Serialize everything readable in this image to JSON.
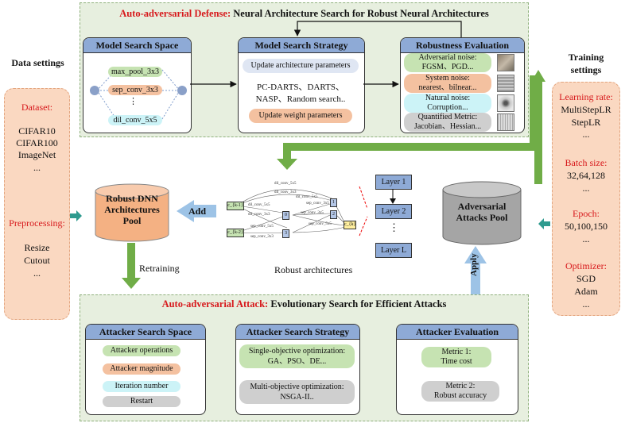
{
  "defense": {
    "title_red": "Auto-adversarial Defense:",
    "title_rest": " Neural Architecture Search for Robust Neural Architectures",
    "search_space": {
      "title": "Model Search Space",
      "ops": [
        "max_pool_3x3",
        "sep_conv_3x3",
        "⋮",
        "dil_conv_5x5"
      ]
    },
    "search_strategy": {
      "title": "Model Search Strategy",
      "update_arch": "Update architecture parameters",
      "methods_line1": "PC-DARTS、DARTS、",
      "methods_line2": "NASP、Random search..",
      "update_weight": "Update weight parameters"
    },
    "robustness": {
      "title": "Robustness Evaluation",
      "items": [
        {
          "line1": "Adversarial noise:",
          "line2": "FGSM、PGD..."
        },
        {
          "line1": "System noise:",
          "line2": "nearest、bilnear..."
        },
        {
          "line1": "Natural noise:",
          "line2": "Corruption..."
        },
        {
          "line1": "Quantified Metric:",
          "line2": "Jacobian、Hessian..."
        }
      ]
    }
  },
  "data_settings": {
    "title": "Data settings",
    "dataset_label": "Dataset:",
    "datasets": [
      "CIFAR10",
      "CIFAR100",
      "ImageNet",
      "..."
    ],
    "preprocessing_label": "Preprocessing:",
    "preprocessing": [
      "Resize",
      "Cutout",
      "..."
    ]
  },
  "training_settings": {
    "title_line1": "Training",
    "title_line2": "settings",
    "lr_label": "Learning rate:",
    "lr_values": [
      "MultiStepLR",
      "StepLR",
      "..."
    ],
    "batch_label": "Batch size:",
    "batch_values": [
      "32,64,128",
      "..."
    ],
    "epoch_label": "Epoch:",
    "epoch_values": [
      "50,100,150",
      "..."
    ],
    "optimizer_label": "Optimizer:",
    "optimizer_values": [
      "SGD",
      "Adam",
      "..."
    ]
  },
  "middle": {
    "robust_pool": [
      "Robust DNN",
      "Architectures",
      "Pool"
    ],
    "add_label": "Add",
    "apply_label": "Apply",
    "retraining": "Retraining",
    "robust_archs": "Robust architectures",
    "adv_pool": [
      "Adversarial",
      "Attacks Pool"
    ],
    "layers": [
      "Layer 1",
      "Layer 2",
      "⋮",
      "Layer L"
    ],
    "cell": {
      "nodes": [
        "c_{k-1}",
        "c_{k-2}",
        "0",
        "1",
        "2",
        "3",
        "c_{k}"
      ],
      "edge_labels": [
        "dil_conv_5x5",
        "dil_conv_3x3",
        "dil_conv_5x5",
        "dil_conv_3x3",
        "sep_conv_3x5",
        "sep_conv_3x5",
        "sep_conv_5x5",
        "sep_conv_3x3",
        "sep_conv_5x5",
        "dil_conv_5x5"
      ]
    }
  },
  "attack": {
    "title_red": "Auto-adversarial Attack:",
    "title_rest": " Evolutionary Search for Efficient Attacks",
    "search_space": {
      "title": "Attacker Search Space",
      "items": [
        "Attacker operations",
        "Attacker magnitude",
        "Iteration number",
        "Restart"
      ]
    },
    "search_strategy": {
      "title": "Attacker Search Strategy",
      "single_line1": "Single-objective optimization:",
      "single_line2": "GA、PSO、DE...",
      "multi_line1": "Multi-objective optimization:",
      "multi_line2": "NSGA-II.."
    },
    "evaluation": {
      "title": "Attacker Evaluation",
      "m1_line1": "Metric 1:",
      "m1_line2": "Time cost",
      "m2_line1": "Metric 2:",
      "m2_line2": "Robust accuracy"
    }
  },
  "colors": {
    "red": "#d7191c",
    "green_arrow": "#70ad47",
    "blue_arrow": "#9dc3e6",
    "teal_arrow": "#2e9b8f",
    "panel_head": "#8eaad6"
  }
}
